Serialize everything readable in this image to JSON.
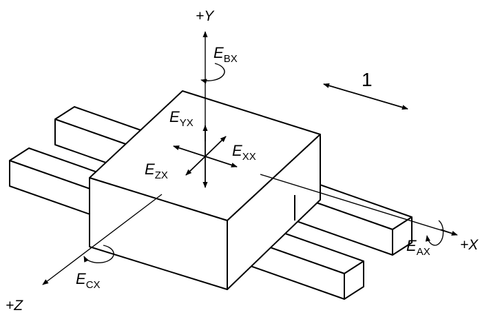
{
  "diagram": {
    "callout_number": "1",
    "axes": {
      "y": "+Y",
      "x": "+X",
      "z": "+Z"
    },
    "labels": {
      "e_bx": {
        "main": "E",
        "sub": "BX"
      },
      "e_yx": {
        "main": "E",
        "sub": "YX"
      },
      "e_xx": {
        "main": "E",
        "sub": "XX"
      },
      "e_zx": {
        "main": "E",
        "sub": "ZX"
      },
      "e_ax": {
        "main": "E",
        "sub": "AX"
      },
      "e_cx": {
        "main": "E",
        "sub": "CX"
      }
    }
  }
}
